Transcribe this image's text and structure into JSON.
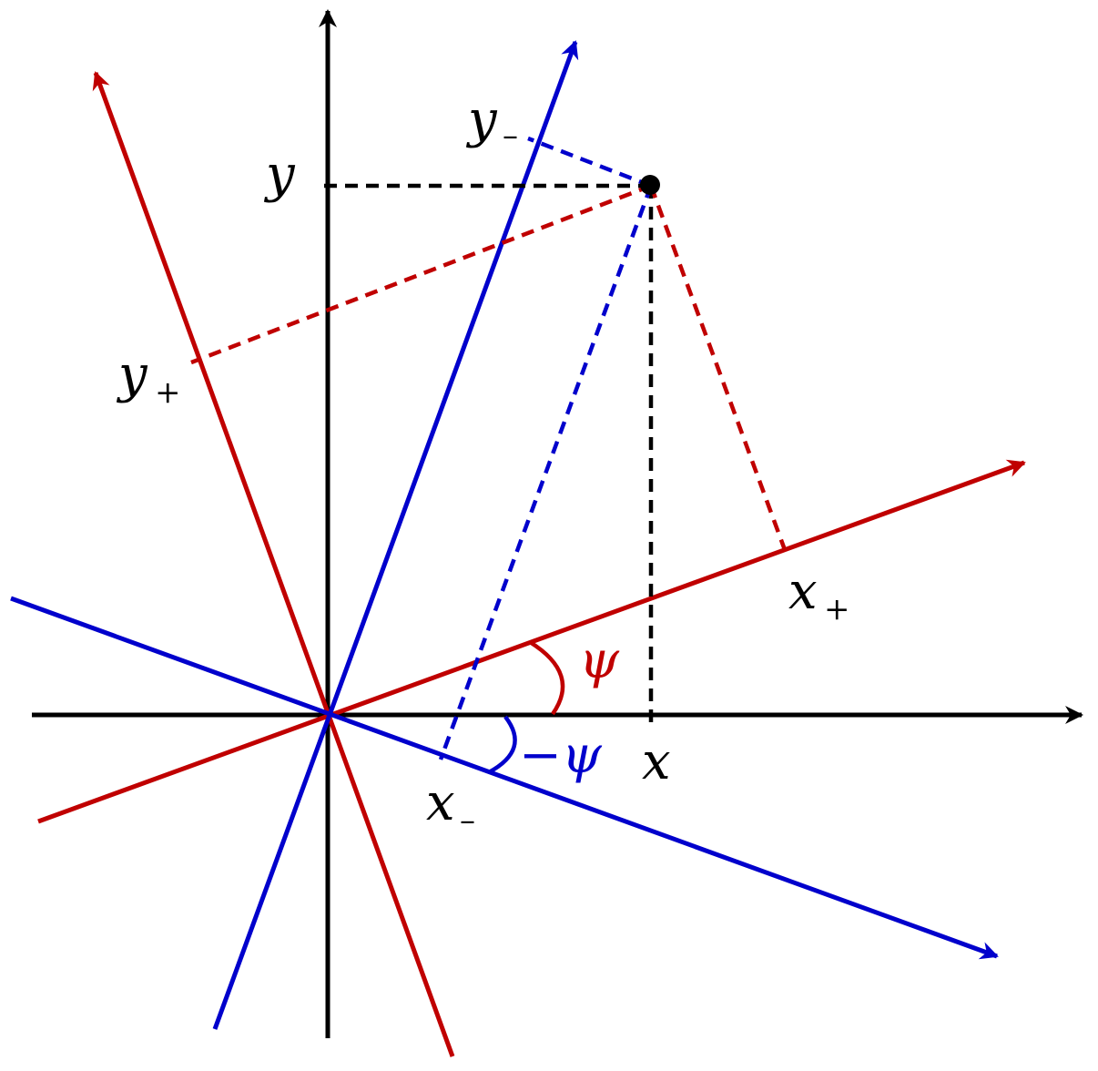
{
  "colors": {
    "black": "#000000",
    "red": "#c00000",
    "blue": "#0000cc"
  },
  "labels": {
    "x": "x",
    "y": "y",
    "x_plus": "x",
    "x_plus_sub": "+",
    "y_plus": "y",
    "y_plus_sub": "+",
    "x_minus": "x",
    "x_minus_sub": "–",
    "y_minus": "y",
    "y_minus_sub": "–",
    "psi": "ψ",
    "minus_psi": "−ψ"
  }
}
